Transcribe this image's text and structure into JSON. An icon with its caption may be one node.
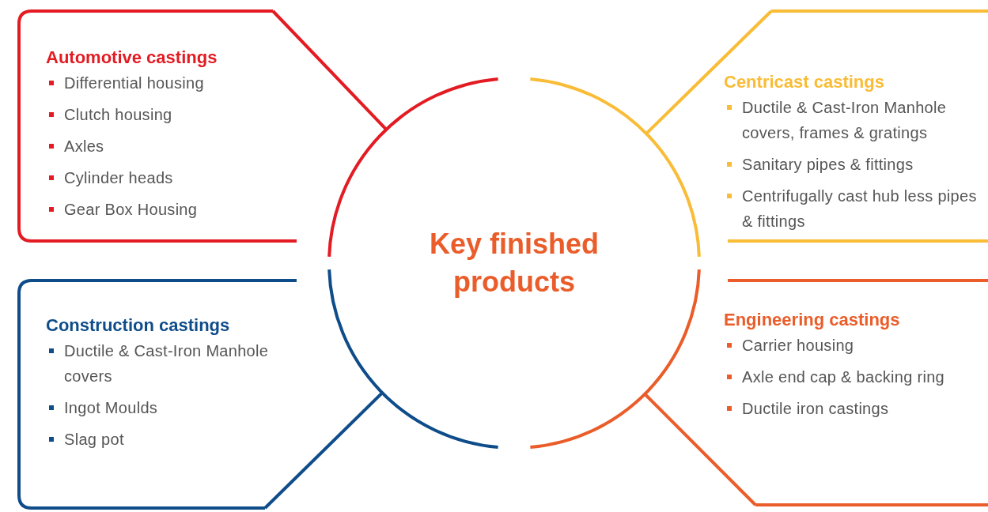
{
  "diagram": {
    "nodes": [
      {
        "text": [
          "Key finished products"
        ]
      },
      {
        "text": [
          "Automotive castings",
          "Differential housing",
          "Clutch housing",
          "Axles",
          "Cylinder heads",
          "Gear Box Housing"
        ]
      },
      {
        "text": [
          "Centricast castings",
          "Ductile & Cast-Iron Manhole covers, frames & gratings",
          "Sanitary pipes & fittings",
          "Centrifugally cast hub less pipes & fittings"
        ]
      },
      {
        "text": [
          "Construction castings",
          "Ductile & Cast-Iron Manhole covers",
          "Ingot Moulds",
          "Slag pot"
        ]
      },
      {
        "text": [
          "Engineering castings",
          "Carrier housing",
          "Axle end cap & backing ring",
          "Ductile iron castings"
        ]
      }
    ],
    "edges": [
      {
        "from": 0,
        "to": 1,
        "arrow": "none",
        "color": "#e31b23"
      },
      {
        "from": 0,
        "to": 2,
        "arrow": "none",
        "color": "#f9bc36"
      },
      {
        "from": 0,
        "to": 3,
        "arrow": "none",
        "color": "#0f4c8a"
      },
      {
        "from": 0,
        "to": 4,
        "arrow": "none",
        "color": "#ea5d2a"
      }
    ]
  }
}
